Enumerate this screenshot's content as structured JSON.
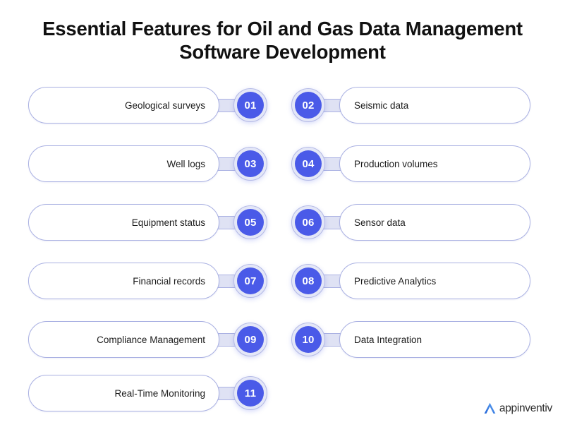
{
  "title": {
    "line1": "Essential Features for Oil and Gas Data Management",
    "line2": "Software Development"
  },
  "colors": {
    "badge_blue": "#4a5ae8",
    "badge_ring": "#e4e7f7",
    "pill_border": "#a9b0e2",
    "connector": "#dfe2f4",
    "text": "#1b1b1b"
  },
  "rows": [
    {
      "left": {
        "number": "01",
        "label": "Geological surveys"
      },
      "right": {
        "number": "02",
        "label": "Seismic data"
      }
    },
    {
      "left": {
        "number": "03",
        "label": "Well logs"
      },
      "right": {
        "number": "04",
        "label": "Production volumes"
      }
    },
    {
      "left": {
        "number": "05",
        "label": "Equipment status"
      },
      "right": {
        "number": "06",
        "label": "Sensor data"
      }
    },
    {
      "left": {
        "number": "07",
        "label": "Financial records"
      },
      "right": {
        "number": "08",
        "label": "Predictive Analytics"
      }
    },
    {
      "left": {
        "number": "09",
        "label": "Compliance Management"
      },
      "right": {
        "number": "10",
        "label": "Data Integration"
      }
    },
    {
      "left": {
        "number": "11",
        "label": "Real-Time Monitoring"
      },
      "right": null
    }
  ],
  "logo": {
    "mark": "appinventiv-a-mark-icon",
    "text": "appinventiv"
  }
}
